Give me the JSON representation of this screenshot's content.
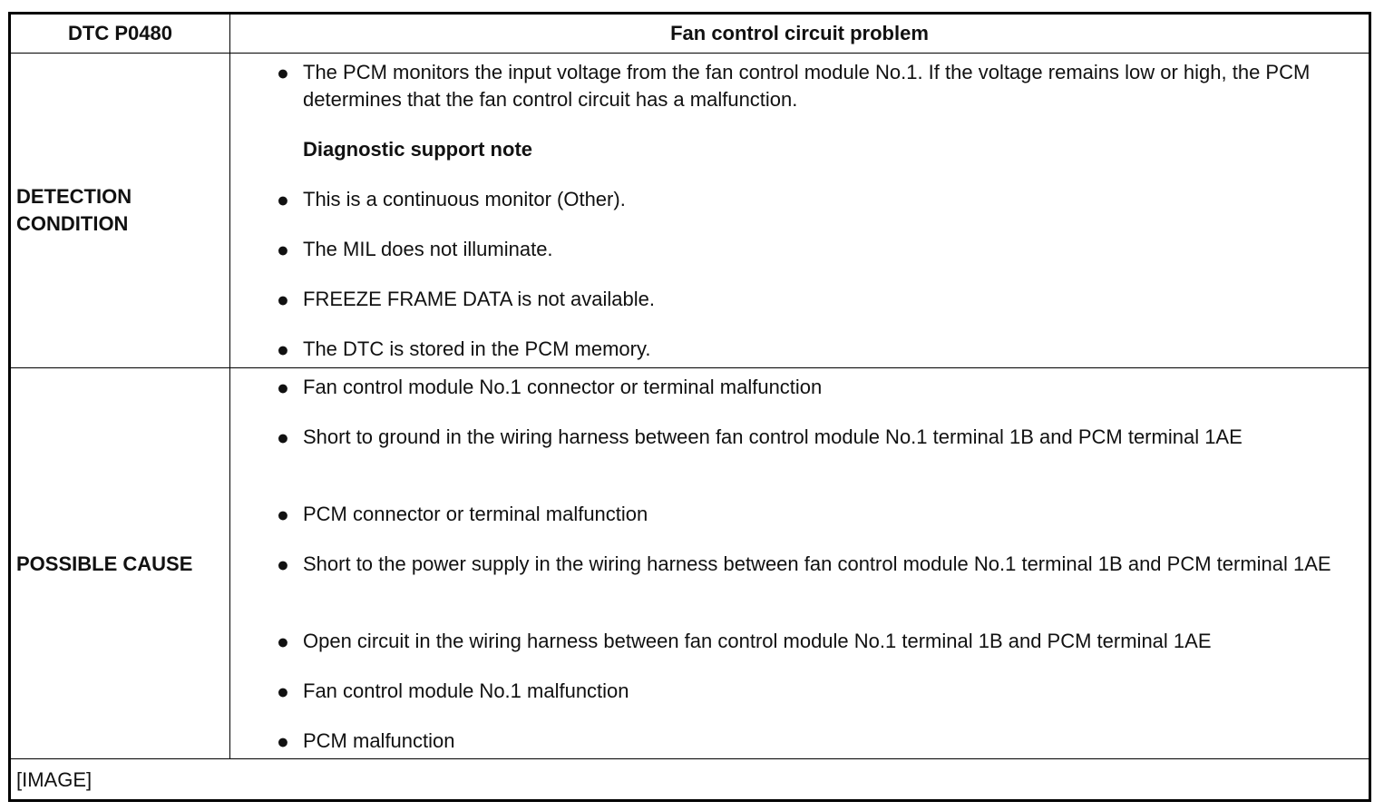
{
  "header": {
    "code": "DTC P0480",
    "title": "Fan control circuit problem"
  },
  "detection": {
    "label_line1": "DETECTION",
    "label_line2": "CONDITION",
    "items": [
      "The PCM monitors the input voltage from the fan control module No.1. If the voltage remains low or high, the PCM determines that the fan control circuit has a malfunction.",
      "This is a continuous monitor (Other).",
      "The MIL does not illuminate.",
      "FREEZE FRAME DATA is not available.",
      "The DTC is stored in the PCM memory."
    ],
    "subheading": "Diagnostic support note"
  },
  "possible_cause": {
    "label": "POSSIBLE CAUSE",
    "items": [
      "Fan control module No.1 connector or terminal malfunction",
      "Short to ground in the wiring harness between fan control module No.1 terminal 1B and PCM terminal 1AE",
      "PCM connector or terminal malfunction",
      "Short to the power supply in the wiring harness between fan control module No.1 terminal 1B and PCM terminal 1AE",
      "Open circuit in the wiring harness between fan control module No.1 terminal 1B and PCM terminal 1AE",
      "Fan control module No.1 malfunction",
      "PCM malfunction"
    ]
  },
  "footer": {
    "text": "[IMAGE]"
  },
  "icons": {
    "bullet": "●"
  }
}
